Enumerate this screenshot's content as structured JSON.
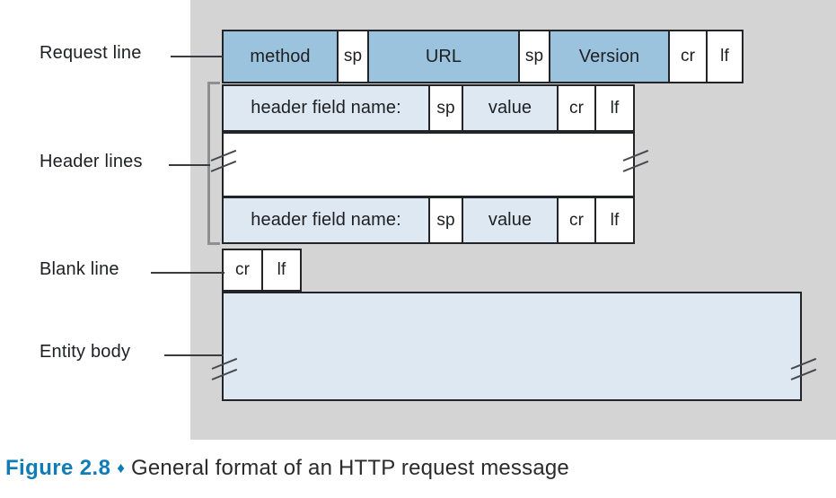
{
  "figure": {
    "caption_number": "Figure 2.8",
    "caption_diamond": "♦",
    "caption_text": "General format of an HTTP request message",
    "background_color": "#d4d4d4",
    "accent_color": "#0f7cb5",
    "mid_blue": "#9cc3dd",
    "light_blue": "#dde8f2"
  },
  "annotations": {
    "request_line": "Request line",
    "header_lines": "Header lines",
    "blank_line": "Blank line",
    "entity_body": "Entity body"
  },
  "rows": {
    "request_line": {
      "cells": [
        {
          "label": "method",
          "fill": "mid-blue"
        },
        {
          "label": "sp",
          "fill": "white"
        },
        {
          "label": "URL",
          "fill": "mid-blue"
        },
        {
          "label": "sp",
          "fill": "white"
        },
        {
          "label": "Version",
          "fill": "mid-blue"
        },
        {
          "label": "cr",
          "fill": "white"
        },
        {
          "label": "lf",
          "fill": "white"
        }
      ]
    },
    "header_line_first": {
      "cells": [
        {
          "label": "header field name:",
          "fill": "light-blue"
        },
        {
          "label": "sp",
          "fill": "white"
        },
        {
          "label": "value",
          "fill": "light-blue"
        },
        {
          "label": "cr",
          "fill": "white"
        },
        {
          "label": "lf",
          "fill": "white"
        }
      ]
    },
    "header_ellipsis": {
      "label": ""
    },
    "header_line_last": {
      "cells": [
        {
          "label": "header field name:",
          "fill": "light-blue"
        },
        {
          "label": "sp",
          "fill": "white"
        },
        {
          "label": "value",
          "fill": "light-blue"
        },
        {
          "label": "cr",
          "fill": "white"
        },
        {
          "label": "lf",
          "fill": "white"
        }
      ]
    },
    "blank_line": {
      "cells": [
        {
          "label": "cr",
          "fill": "white"
        },
        {
          "label": "lf",
          "fill": "white"
        }
      ]
    },
    "entity_body": {
      "label": "",
      "fill": "light-blue"
    }
  }
}
